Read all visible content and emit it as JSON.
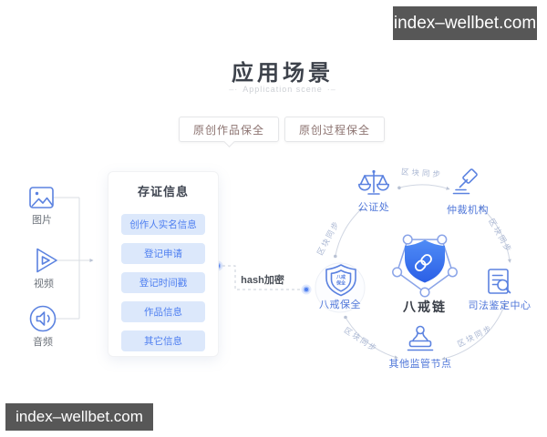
{
  "watermarks": {
    "top": "index–wellbet.com",
    "bottom": "index–wellbet.com"
  },
  "header": {
    "title": "应用场景",
    "subtitle": "Application scene",
    "subtitle_prefix": "–·",
    "subtitle_suffix": "·–"
  },
  "tabs": [
    {
      "label": "原创作品保全",
      "active": true
    },
    {
      "label": "原创过程保全",
      "active": false
    }
  ],
  "sources": {
    "items": [
      {
        "label": "图片",
        "icon": "image-icon"
      },
      {
        "label": "视频",
        "icon": "video-icon"
      },
      {
        "label": "音频",
        "icon": "audio-icon"
      }
    ]
  },
  "evidence_panel": {
    "title": "存证信息",
    "items": [
      "创作人实名信息",
      "登记申请",
      "登记时间戳",
      "作品信息",
      "其它信息"
    ]
  },
  "flow": {
    "hash_label": "hash加密"
  },
  "chain": {
    "center_label": "八戒链",
    "center_icon": "pentagon-shield-icon",
    "sync_labels": [
      "区块同步",
      "区块同步",
      "区块同步",
      "区块同步",
      "区块同步"
    ],
    "nodes": [
      {
        "label": "八戒保全",
        "icon": "shield-icon",
        "badge": [
          "八戒",
          "保全"
        ]
      },
      {
        "label": "公证处",
        "icon": "scales-icon"
      },
      {
        "label": "仲裁机构",
        "icon": "gavel-icon"
      },
      {
        "label": "司法鉴定中心",
        "icon": "document-search-icon"
      },
      {
        "label": "其他监管节点",
        "icon": "stamp-icon"
      }
    ]
  },
  "colors": {
    "accent": "#4d7ef0",
    "icon-stroke": "#5b82e0",
    "pill-bg": "#dce8fb",
    "pill-text": "#4d7ef0",
    "node-label": "#5077d9",
    "watermark-bg": "#575757",
    "arc": "#d0d6e2",
    "sync-label": "#a9b6d2",
    "title": "#3d424b",
    "tab-text": "#8c7370",
    "shield-fill": "#2f6ae8"
  }
}
